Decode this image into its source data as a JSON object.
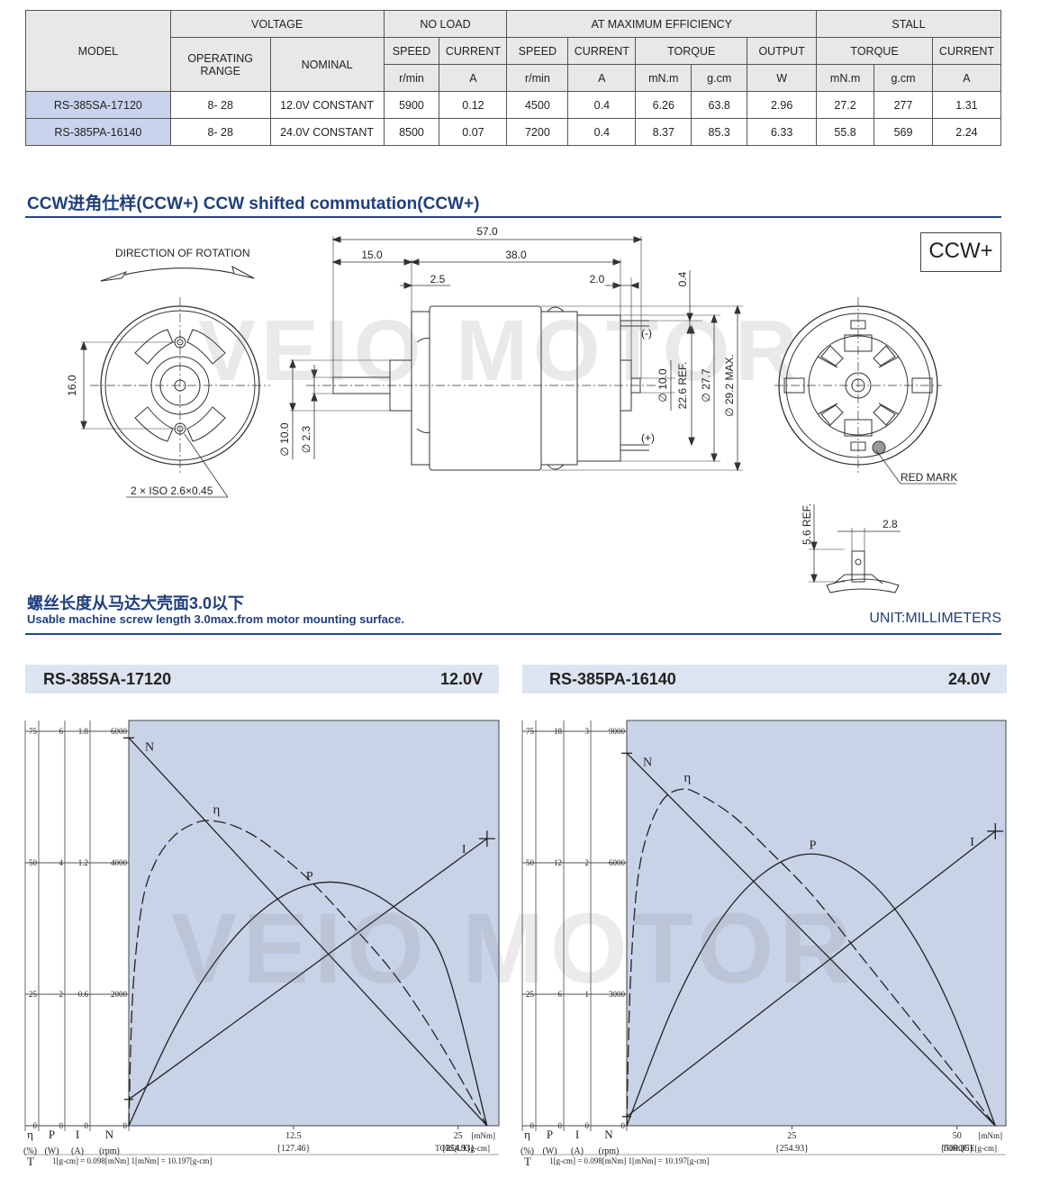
{
  "spec_table": {
    "headers": {
      "model": "MODEL",
      "voltage": "VOLTAGE",
      "no_load": "NO LOAD",
      "at_max_eff": "AT MAXIMUM EFFICIENCY",
      "stall": "STALL",
      "operating_range": "OPERATING RANGE",
      "nominal": "NOMINAL",
      "speed": "SPEED",
      "current": "CURRENT",
      "torque": "TORQUE",
      "output": "OUTPUT",
      "units": [
        "r/min",
        "A",
        "r/min",
        "A",
        "mN.m",
        "g.cm",
        "W",
        "mN.m",
        "g.cm",
        "A"
      ]
    },
    "rows": [
      {
        "model": "RS-385SA-17120",
        "range": "8- 28",
        "nominal": "12.0V CONSTANT",
        "nl_speed": "5900",
        "nl_current": "0.12",
        "me_speed": "4500",
        "me_current": "0.4",
        "me_torque_mnm": "6.26",
        "me_torque_gcm": "63.8",
        "me_output": "2.96",
        "st_torque_mnm": "27.2",
        "st_torque_gcm": "277",
        "st_current": "1.31"
      },
      {
        "model": "RS-385PA-16140",
        "range": "8- 28",
        "nominal": "24.0V CONSTANT",
        "nl_speed": "8500",
        "nl_current": "0.07",
        "me_speed": "7200",
        "me_current": "0.4",
        "me_torque_mnm": "8.37",
        "me_torque_gcm": "85.3",
        "me_output": "6.33",
        "st_torque_mnm": "55.8",
        "st_torque_gcm": "569",
        "st_current": "2.24"
      }
    ]
  },
  "section_title": "CCW进角仕样(CCW+)  CCW shifted commutation(CCW+)",
  "ccw_label": "CCW+",
  "drawing": {
    "direction_label": "DIRECTION OF ROTATION",
    "dim_16": "16.0",
    "dim_57": "57.0",
    "dim_15": "15.0",
    "dim_38": "38.0",
    "dim_2_5": "2.5",
    "dim_2_0": "2.0",
    "dim_0_4": "0.4",
    "dim_d10_shaft": "∅ 10.0",
    "dim_d2_3": "∅ 2.3",
    "dim_d10": "∅ 10.0",
    "dim_22_6": "22.6 REF.",
    "dim_27_7": "∅ 27.7",
    "dim_29_2": "∅ 29.2 MAX.",
    "minus": "(-)",
    "plus": "(+)",
    "iso_label": "2 × ISO 2.6×0.45",
    "red_mark": "RED MARK",
    "dim_5_6": "5.6 REF.",
    "dim_2_8": "2.8"
  },
  "screw_note_cn": "螺丝长度从马达大壳面3.0以下",
  "screw_note_en": "Usable machine screw length 3.0max.from motor mounting surface.",
  "unit_label": "UNIT:MILLIMETERS",
  "watermark": "VEIO MOTOR",
  "chart_data": [
    {
      "type": "line",
      "title": "RS-385SA-17120",
      "voltage": "12.0V",
      "axes": {
        "eta": {
          "unit": "(%)",
          "ticks": [
            "75",
            "50",
            "25",
            "0"
          ]
        },
        "P": {
          "unit": "(W)",
          "ticks": [
            "6",
            "4",
            "2",
            "0"
          ]
        },
        "I": {
          "unit": "(A)",
          "ticks": [
            "1.8",
            "1.2",
            "0.6",
            "0"
          ]
        },
        "N": {
          "unit": "(rpm)",
          "ticks": [
            "6000",
            "4000",
            "2000",
            "0"
          ]
        },
        "x_ticks": [
          "12.5",
          "25"
        ],
        "x_ticks_gcm": [
          "{127.46}",
          "{254.93}"
        ],
        "x_unit": "[mNm]",
        "x_unit_gcm": "TORQUE[g-cm]",
        "xlim": [
          0,
          28.1
        ],
        "ylim_N": [
          0,
          6000
        ]
      },
      "conversion": "1[g-cm] = 0.098[mNm]  1[mNm] = 10.197[g-cm]",
      "labels": {
        "N": "N",
        "eta": "η",
        "P": "P",
        "I": "I",
        "eta_axis": "η",
        "P_axis": "P",
        "I_axis": "I",
        "N_axis": "N",
        "T": "T"
      },
      "series": [
        {
          "name": "N",
          "x": [
            0,
            27.2
          ],
          "y": [
            5900,
            0
          ],
          "unit": "rpm"
        },
        {
          "name": "I",
          "x": [
            0,
            27.2
          ],
          "y": [
            0.12,
            1.31
          ],
          "unit": "A"
        },
        {
          "name": "P",
          "x": [
            0,
            3.4,
            6.8,
            10.2,
            13.6,
            17.0,
            20.4,
            23.8,
            27.2
          ],
          "y": [
            0,
            1.46,
            2.56,
            3.29,
            3.66,
            3.66,
            3.29,
            2.56,
            0
          ],
          "unit": "W"
        },
        {
          "name": "η",
          "x": [
            0,
            0.3,
            1.0,
            2.0,
            3.4,
            5.0,
            6.26,
            8.0,
            10.2,
            13.6,
            17.0,
            20.4,
            23.8,
            27.2
          ],
          "y": [
            0,
            25,
            42,
            50,
            55,
            57.5,
            58,
            57,
            54,
            47,
            38,
            28,
            15,
            0
          ],
          "unit": "%"
        }
      ]
    },
    {
      "type": "line",
      "title": "RS-385PA-16140",
      "voltage": "24.0V",
      "axes": {
        "eta": {
          "unit": "(%)",
          "ticks": [
            "75",
            "50",
            "25",
            "0"
          ]
        },
        "P": {
          "unit": "(W)",
          "ticks": [
            "18",
            "12",
            "6",
            "0"
          ]
        },
        "I": {
          "unit": "(A)",
          "ticks": [
            "3",
            "2",
            "1",
            "0"
          ]
        },
        "N": {
          "unit": "(rpm)",
          "ticks": [
            "9000",
            "6000",
            "3000",
            "0"
          ]
        },
        "x_ticks": [
          "25",
          "50"
        ],
        "x_ticks_gcm": [
          "{254.93}",
          "{509.85}"
        ],
        "x_unit": "[mNm]",
        "x_unit_gcm": "TORQUE[g-cm]",
        "xlim": [
          0,
          57.4
        ],
        "ylim_N": [
          0,
          9000
        ]
      },
      "conversion": "1[g-cm] = 0.098[mNm]  1[mNm] = 10.197[g-cm]",
      "labels": {
        "N": "N",
        "eta": "η",
        "P": "P",
        "I": "I",
        "eta_axis": "η",
        "P_axis": "P",
        "I_axis": "I",
        "N_axis": "N",
        "T": "T"
      },
      "series": [
        {
          "name": "N",
          "x": [
            0,
            55.8
          ],
          "y": [
            8500,
            0
          ],
          "unit": "rpm"
        },
        {
          "name": "I",
          "x": [
            0,
            55.8
          ],
          "y": [
            0.07,
            2.24
          ],
          "unit": "A"
        },
        {
          "name": "P",
          "x": [
            0,
            7,
            14,
            21,
            27.9,
            35,
            42,
            49,
            55.8
          ],
          "y": [
            0,
            5.4,
            9.3,
            11.6,
            12.4,
            11.6,
            9.3,
            5.4,
            0
          ],
          "unit": "W"
        },
        {
          "name": "η",
          "x": [
            0,
            0.5,
            1.5,
            3.0,
            5.5,
            8.37,
            11.0,
            16.0,
            21.0,
            28.0,
            35.0,
            42.0,
            49.0,
            55.8
          ],
          "y": [
            0,
            26,
            45,
            55,
            62,
            64,
            63,
            59,
            53,
            44,
            33,
            22,
            11,
            0
          ],
          "unit": "%"
        }
      ]
    }
  ]
}
